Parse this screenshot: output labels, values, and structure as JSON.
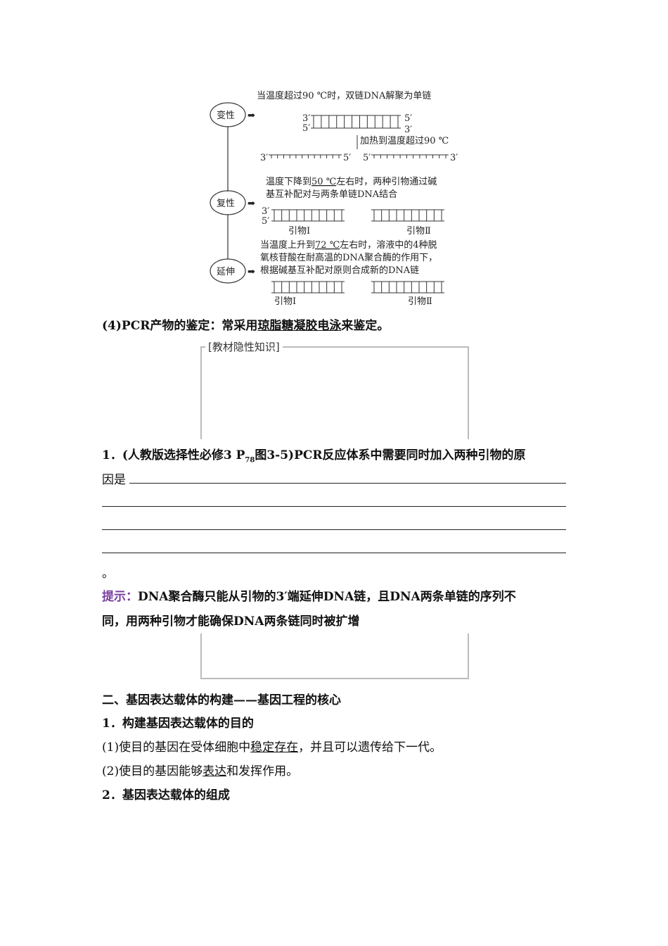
{
  "diagram": {
    "steps": [
      "变性",
      "复性",
      "延伸"
    ],
    "denature_caption": "当温度超过90 ℃时，双链DNA解聚为单链",
    "heat_label": "加热到温度超过90 ℃",
    "anneal_caption_pre": "温度下降到",
    "anneal_temp": "50 ℃",
    "anneal_caption_post": "左右时，两种引物通过碱",
    "anneal_caption_2": "基互补配对与两条单链DNA结合",
    "extend_caption_pre": "当温度上升到",
    "extend_temp": "72 ℃",
    "extend_caption_post": "左右时，溶液中的4种脱",
    "extend_caption_2": "氧核苷酸在耐高温的DNA聚合酶的作用下，",
    "extend_caption_3": "根据碱基互补配对原则合成新的DNA链",
    "primer1": "引物Ⅰ",
    "primer2": "引物Ⅱ",
    "p3": "3′",
    "p5": "5′"
  },
  "s4": {
    "pre": "(4)PCR产物的鉴定：常采用",
    "ans": "琼脂糖凝胶电泳",
    "post": "来鉴定。"
  },
  "box_title": "[教材隐性知识]",
  "q1": {
    "line1": "1．(人教版选择性必修3 P",
    "sub": "78",
    "line1b": "图3-5)PCR反应体系中需要同时加入两种引物的原",
    "line2": "因是",
    "end": "。"
  },
  "hint": {
    "label": "提示：",
    "line1": "DNA聚合酶只能从引物的3′端延伸DNA链，且DNA两条单链的序列不",
    "line2": "同，用两种引物才能确保DNA两条链同时被扩增"
  },
  "sec2": {
    "title": "二、基因表达载体的构建——基因工程的核心",
    "h1": "1．构建基因表达载体的目的",
    "p1_pre": "(1)使目的基因在受体细胞中",
    "p1_ans": "稳定存在",
    "p1_post": "，并且可以遗传给下一代。",
    "p2_pre": "(2)使目的基因能够",
    "p2_ans": "表达",
    "p2_post": "和发挥作用。",
    "h2": "2．基因表达载体的组成"
  }
}
